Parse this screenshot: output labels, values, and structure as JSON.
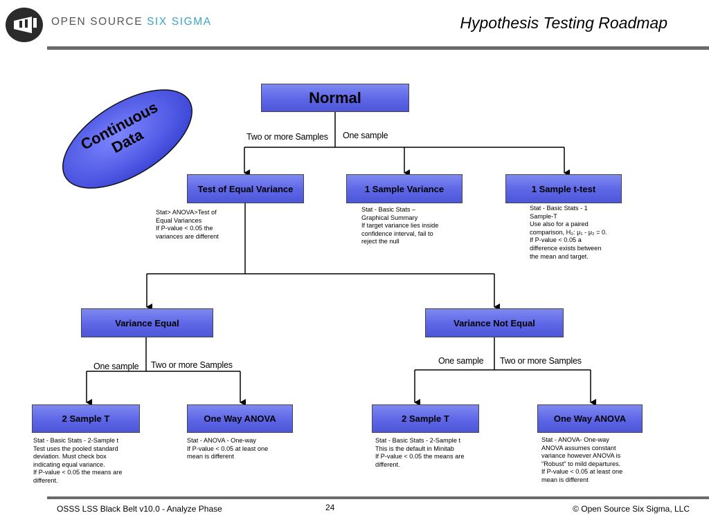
{
  "header": {
    "logo_part1": "OPEN SOURCE ",
    "logo_part2": "SIX SIGMA",
    "slide_title": "Hypothesis Testing Roadmap"
  },
  "badge": {
    "line1": "Continuous",
    "line2": "Data"
  },
  "boxes": {
    "normal": "Normal",
    "test_equal_variance": "Test of Equal Variance",
    "one_sample_variance": "1 Sample Variance",
    "one_sample_ttest": "1 Sample t-test",
    "variance_equal": "Variance Equal",
    "variance_not_equal": "Variance Not Equal",
    "two_sample_t_left": "2 Sample T",
    "one_way_anova_left": "One Way ANOVA",
    "two_sample_t_right": "2 Sample T",
    "one_way_anova_right": "One Way ANOVA"
  },
  "branches": {
    "normal_two_or_more": "Two or more Samples",
    "normal_one_sample": "One sample",
    "left_one_sample": "One sample",
    "left_two_or_more": "Two or more Samples",
    "right_one_sample": "One sample",
    "right_two_or_more": "Two or more Samples"
  },
  "notes": {
    "test_equal_variance": [
      "Stat> ANOVA>Test of",
      "Equal Variances",
      "If P-value < 0.05 the",
      "variances are different"
    ],
    "one_sample_variance": [
      "Stat - Basic Stats –",
      "Graphical Summary",
      "If target variance lies inside",
      "confidence interval, fail to",
      "reject the null"
    ],
    "one_sample_ttest": [
      "Stat - Basic Stats - 1",
      "Sample-T",
      "Use also for a paired",
      "comparison, H₀: μ₁ - μ₂ = 0.",
      "If P-value < 0.05 a",
      "difference exists between",
      "the mean and target."
    ],
    "two_sample_t_left": [
      "Stat - Basic Stats - 2-Sample t",
      "Test uses the pooled standard",
      "deviation.  Must check box",
      "indicating equal variance.",
      "If P-value < 0.05  the means are",
      "different."
    ],
    "one_way_anova_left": [
      "Stat - ANOVA - One-way",
      "If P-value < 0.05  at least one",
      "mean is different"
    ],
    "two_sample_t_right": [
      "Stat - Basic Stats - 2-Sample t",
      "This is the default in Minitab",
      "If P-value < 0.05  the means are",
      "different."
    ],
    "one_way_anova_right": [
      "Stat - ANOVA- One-way",
      "ANOVA assumes constant",
      "variance however ANOVA is",
      "\"Robust\" to mild departures.",
      "If P-value < 0.05  at least one",
      "mean is different"
    ]
  },
  "footer": {
    "left": "OSSS LSS Black Belt v10.0 - Analyze Phase",
    "page": "24",
    "right": "© Open Source Six Sigma, LLC"
  },
  "colors": {
    "box_fill": "#5d66e6",
    "ellipse_fill": "#4b55e0",
    "accent": "#3aa3c9",
    "rule": "#6b6b6b"
  }
}
